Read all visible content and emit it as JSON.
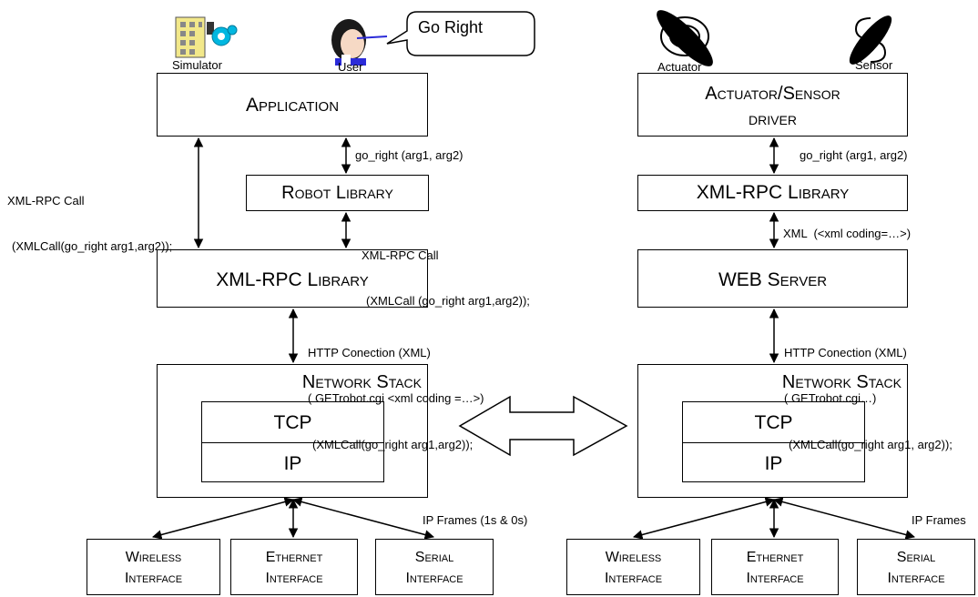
{
  "left": {
    "icons": {
      "simulator_caption": "Simulator",
      "user_caption": "User",
      "speech": "Go Right"
    },
    "application": "Application",
    "robot_library": "Robot Library",
    "xmlrpc_library": "XML-RPC Library",
    "network_stack": "Network Stack",
    "tcp": "TCP",
    "ip": "IP",
    "interfaces": [
      {
        "line1": "Wireless",
        "line2": "Interface"
      },
      {
        "line1": "Ethernet",
        "line2": "Interface"
      },
      {
        "line1": "Serial",
        "line2": "Interface"
      }
    ],
    "notes": {
      "xmlrpc_call_side_1": "XML-RPC Call",
      "xmlrpc_call_side_2": "(XMLCall(go_right arg1,arg2));",
      "go_right": "go_right (arg1, arg2)",
      "xmlrpc_call_mid_1": "XML-RPC Call",
      "xmlrpc_call_mid_2": "(XMLCall (go_right arg1,arg2));",
      "http_1": "HTTP Conection (XML)",
      "http_2": "( GETrobot.cgi <xml coding =…>)",
      "http_3": "(XMLCall(go_right arg1,arg2));",
      "ip_frames": "IP Frames (1s & 0s)"
    }
  },
  "right": {
    "icons": {
      "actuator_caption": "Actuator",
      "sensor_caption": "Sensor"
    },
    "driver_line1": "Actuator/Sensor",
    "driver_line2": "driver",
    "xmlrpc_library": "XML-RPC Library",
    "web_server": "WEB Server",
    "network_stack": "Network Stack",
    "tcp": "TCP",
    "ip": "IP",
    "interfaces": [
      {
        "line1": "Wireless",
        "line2": "Interface"
      },
      {
        "line1": "Ethernet",
        "line2": "Interface"
      },
      {
        "line1": "Serial",
        "line2": "Interface"
      }
    ],
    "notes": {
      "go_right": "go_right (arg1, arg2)",
      "xml": "XML  (<xml coding=…>)",
      "http_1": "HTTP Conection (XML)",
      "http_2": "( GETrobot.cgi…)",
      "http_3": "(XMLCall(go_right arg1, arg2));",
      "ip_frames": "IP Frames"
    }
  },
  "colors": {
    "stroke": "#000000",
    "background": "#ffffff",
    "simulator_yellow": "#f2e88a",
    "gear_cyan": "#00b7e0",
    "user_skin": "#f6d9c5",
    "user_shirt": "#2b2bd8"
  }
}
